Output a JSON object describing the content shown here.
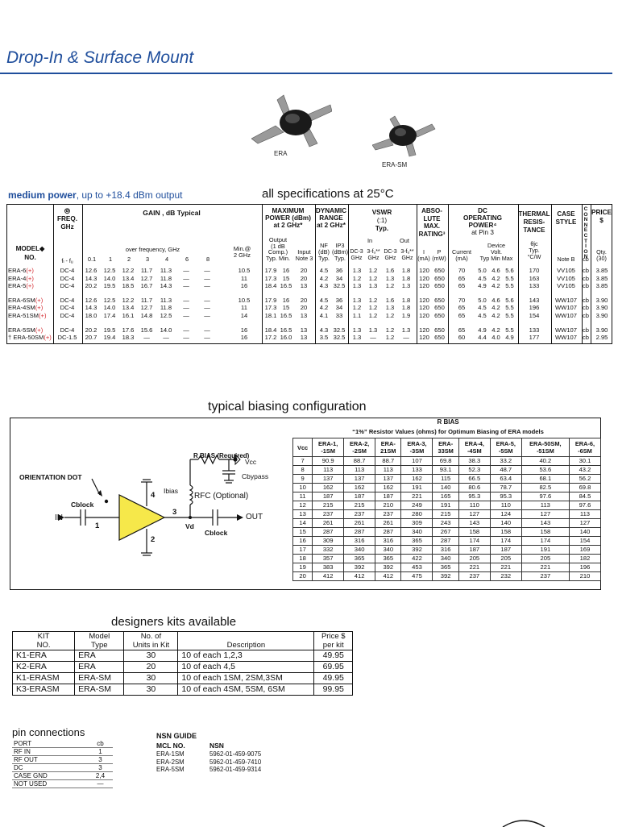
{
  "header": {
    "title": "Drop-In & Surface Mount"
  },
  "images": {
    "era_caption": "ERA",
    "era_sm_caption": "ERA-SM"
  },
  "medium_power": {
    "bold": "medium power",
    "rest": ", up to +18.4 dBm output"
  },
  "specs_title": "all specifications at 25°C",
  "spec_headers": {
    "freq": [
      "FREQ.",
      "GHz"
    ],
    "gain": "GAIN , dB Typical",
    "over_freq": "over frequency, GHz",
    "gain_cols": [
      "0.1",
      "1",
      "2",
      "3",
      "4",
      "6",
      "8"
    ],
    "min_at": [
      "Min.@",
      "2 GHz"
    ],
    "maxpower": [
      "MAXIMUM",
      "POWER (dBm)",
      "at 2 GHz*"
    ],
    "output": [
      "Output",
      "(1 dB",
      "Comp.)",
      "Typ.",
      "Min."
    ],
    "input": [
      "Input",
      "Note 3"
    ],
    "dynrange": [
      "DYNAMIC",
      "RANGE",
      "at 2 GHz*"
    ],
    "nf": [
      "NF",
      "(dB)",
      "Typ."
    ],
    "ip3": [
      "IP3",
      "(dBm)",
      "Typ."
    ],
    "vswr": [
      "VSWR",
      "(:1)",
      "Typ."
    ],
    "vswr_in": "In",
    "vswr_out": "Out",
    "vswr_cols": [
      [
        "DC-3",
        "GHz"
      ],
      [
        "3-fᵤ**",
        "GHz"
      ],
      [
        "DC-3",
        "GHz"
      ],
      [
        "3-fᵤ**",
        "GHz"
      ]
    ],
    "absmax": [
      "ABSO-",
      "LUTE",
      "MAX.",
      "RATING³"
    ],
    "absmax_cols": [
      [
        "I",
        "(mA)"
      ],
      [
        "P",
        "(mW)"
      ]
    ],
    "dcop": [
      "DC",
      "OPERATING",
      "POWER⁴",
      "at Pin 3"
    ],
    "current": [
      "Current",
      "(mA)"
    ],
    "devvolt": [
      "Device",
      "Volt.",
      "Typ  Min  Max"
    ],
    "thermal": [
      "THERMAL",
      "RESIS-",
      "TANCE"
    ],
    "theta": [
      "θjc",
      "Typ.",
      "°C/W"
    ],
    "case": [
      "CASE",
      "STYLE"
    ],
    "noteb": "Note B",
    "conn": "CONNECTION",
    "cb": "cb",
    "price": [
      "PRICE",
      "$"
    ],
    "qty": [
      "Qty.",
      "(30)"
    ],
    "model": [
      "MODEL◆",
      "NO."
    ],
    "fl_fu": "fₗ - fᵤ"
  },
  "spec_rows": [
    {
      "model": "ERA-6",
      "plus": "(+)",
      "freq": "DC-4",
      "gain": [
        "12.6",
        "12.5",
        "12.2",
        "11.7",
        "11.3",
        "—",
        "—"
      ],
      "min": "10.5",
      "out_typ": "17.9",
      "out_min": "16",
      "input": "20",
      "nf": "4.5",
      "ip3": "36",
      "v1": "1.3",
      "v2": "1.2",
      "v3": "1.6",
      "v4": "1.8",
      "i": "120",
      "p": "650",
      "cur": "70",
      "vt": "5.0",
      "vmin": "4.6",
      "vmax": "5.6",
      "th": "170",
      "case": "VV105",
      "cb": "cb",
      "price": "3.85",
      "gap": false
    },
    {
      "model": "ERA-4",
      "plus": "(+)",
      "freq": "DC-4",
      "gain": [
        "14.3",
        "14.0",
        "13.4",
        "12.7",
        "11.8",
        "—",
        "—"
      ],
      "min": "11",
      "out_typ": "17.3",
      "out_min": "15",
      "input": "20",
      "nf": "4.2",
      "ip3": "34",
      "v1": "1.2",
      "v2": "1.2",
      "v3": "1.3",
      "v4": "1.8",
      "i": "120",
      "p": "650",
      "cur": "65",
      "vt": "4.5",
      "vmin": "4.2",
      "vmax": "5.5",
      "th": "163",
      "case": "VV105",
      "cb": "cb",
      "price": "3.85",
      "gap": false
    },
    {
      "model": "ERA-5",
      "plus": "(+)",
      "freq": "DC-4",
      "gain": [
        "20.2",
        "19.5",
        "18.5",
        "16.7",
        "14.3",
        "—",
        "—"
      ],
      "min": "16",
      "out_typ": "18.4",
      "out_min": "16.5",
      "input": "13",
      "nf": "4.3",
      "ip3": "32.5",
      "v1": "1.3",
      "v2": "1.3",
      "v3": "1.2",
      "v4": "1.3",
      "i": "120",
      "p": "650",
      "cur": "65",
      "vt": "4.9",
      "vmin": "4.2",
      "vmax": "5.5",
      "th": "133",
      "case": "VV105",
      "cb": "cb",
      "price": "3.85",
      "gap": false
    },
    {
      "model": "ERA-6SM",
      "plus": "(+)",
      "freq": "DC-4",
      "gain": [
        "12.6",
        "12.5",
        "12.2",
        "11.7",
        "11.3",
        "—",
        "—"
      ],
      "min": "10.5",
      "out_typ": "17.9",
      "out_min": "16",
      "input": "20",
      "nf": "4.5",
      "ip3": "36",
      "v1": "1.3",
      "v2": "1.2",
      "v3": "1.6",
      "v4": "1.8",
      "i": "120",
      "p": "650",
      "cur": "70",
      "vt": "5.0",
      "vmin": "4.6",
      "vmax": "5.6",
      "th": "143",
      "case": "WW107",
      "cb": "cb",
      "price": "3.90",
      "gap": true
    },
    {
      "model": "ERA-4SM",
      "plus": "(+)",
      "freq": "DC-4",
      "gain": [
        "14.3",
        "14.0",
        "13.4",
        "12.7",
        "11.8",
        "—",
        "—"
      ],
      "min": "11",
      "out_typ": "17.3",
      "out_min": "15",
      "input": "20",
      "nf": "4.2",
      "ip3": "34",
      "v1": "1.2",
      "v2": "1.2",
      "v3": "1.3",
      "v4": "1.8",
      "i": "120",
      "p": "650",
      "cur": "65",
      "vt": "4.5",
      "vmin": "4.2",
      "vmax": "5.5",
      "th": "196",
      "case": "WW107",
      "cb": "cb",
      "price": "3.90",
      "gap": false
    },
    {
      "model": "ERA-51SM",
      "plus": "(+)",
      "freq": "DC-4",
      "gain": [
        "18.0",
        "17.4",
        "16.1",
        "14.8",
        "12.5",
        "—",
        "—"
      ],
      "min": "14",
      "out_typ": "18.1",
      "out_min": "16.5",
      "input": "13",
      "nf": "4.1",
      "ip3": "33",
      "v1": "1.1",
      "v2": "1.2",
      "v3": "1.2",
      "v4": "1.9",
      "i": "120",
      "p": "650",
      "cur": "65",
      "vt": "4.5",
      "vmin": "4.2",
      "vmax": "5.5",
      "th": "154",
      "case": "WW107",
      "cb": "cb",
      "price": "3.90",
      "gap": false
    },
    {
      "model": "ERA-5SM",
      "plus": "(+)",
      "freq": "DC-4",
      "gain": [
        "20.2",
        "19.5",
        "17.6",
        "15.6",
        "14.0",
        "—",
        "—"
      ],
      "min": "16",
      "out_typ": "18.4",
      "out_min": "16.5",
      "input": "13",
      "nf": "4.3",
      "ip3": "32.5",
      "v1": "1.3",
      "v2": "1.3",
      "v3": "1.2",
      "v4": "1.3",
      "i": "120",
      "p": "650",
      "cur": "65",
      "vt": "4.9",
      "vmin": "4.2",
      "vmax": "5.5",
      "th": "133",
      "case": "WW107",
      "cb": "cb",
      "price": "3.90",
      "gap": true
    },
    {
      "model": "† ERA-50SM",
      "plus": "(+)",
      "freq": "DC-1.5",
      "gain": [
        "20.7",
        "19.4",
        "18.3",
        "—",
        "—",
        "—",
        "—"
      ],
      "min": "16",
      "out_typ": "17.2",
      "out_min": "16.0",
      "input": "13",
      "nf": "3.5",
      "ip3": "32.5",
      "v1": "1.3",
      "v2": "—",
      "v3": "1.2",
      "v4": "—",
      "i": "120",
      "p": "650",
      "cur": "60",
      "vt": "4.4",
      "vmin": "4.0",
      "vmax": "4.9",
      "th": "177",
      "case": "WW107",
      "cb": "cb",
      "price": "2.95",
      "gap": false
    }
  ],
  "biasing": {
    "title": "typical biasing configuration",
    "labels": {
      "rbias": "R BIAS (Required)",
      "vcc": "Vcc",
      "cbypass": "Cbypass",
      "orientation": "ORIENTATION DOT",
      "ibias": "Ibias",
      "rfc": "RFC (Optional)",
      "cblock_in": "Cblock",
      "in": "IN",
      "out": "OUT",
      "vd": "Vd",
      "cblock_out": "Cblock",
      "pin1": "1",
      "pin2": "2",
      "pin3": "3",
      "pin4": "4"
    },
    "rbias_title": "R BIAS",
    "rbias_sub": "“1%” Resistor Values (ohms) for Optimum Biasing of ERA models",
    "rbias_headers": [
      [
        "Vcc"
      ],
      [
        "ERA-1,",
        "-1SM"
      ],
      [
        "ERA-2,",
        "-2SM"
      ],
      [
        "ERA-",
        "21SM"
      ],
      [
        "ERA-3,",
        "-3SM"
      ],
      [
        "ERA-",
        "33SM"
      ],
      [
        "ERA-4,",
        "-4SM"
      ],
      [
        "ERA-5,",
        "-5SM"
      ],
      [
        "ERA-50SM,",
        "-51SM"
      ],
      [
        "ERA-6,",
        "-6SM"
      ]
    ],
    "rbias_rows": [
      [
        "7",
        "90.9",
        "88.7",
        "88.7",
        "107",
        "69.8",
        "38.3",
        "33.2",
        "40.2",
        "30.1"
      ],
      [
        "8",
        "113",
        "113",
        "113",
        "133",
        "93.1",
        "52.3",
        "48.7",
        "53.6",
        "43.2"
      ],
      [
        "9",
        "137",
        "137",
        "137",
        "162",
        "115",
        "66.5",
        "63.4",
        "68.1",
        "56.2"
      ],
      [
        "10",
        "162",
        "162",
        "162",
        "191",
        "140",
        "80.6",
        "78.7",
        "82.5",
        "69.8"
      ],
      [
        "11",
        "187",
        "187",
        "187",
        "221",
        "165",
        "95.3",
        "95.3",
        "97.6",
        "84.5"
      ],
      [
        "12",
        "215",
        "215",
        "210",
        "249",
        "191",
        "110",
        "110",
        "113",
        "97.6"
      ],
      [
        "13",
        "237",
        "237",
        "237",
        "280",
        "215",
        "127",
        "124",
        "127",
        "113"
      ],
      [
        "14",
        "261",
        "261",
        "261",
        "309",
        "243",
        "143",
        "140",
        "143",
        "127"
      ],
      [
        "15",
        "287",
        "287",
        "287",
        "340",
        "267",
        "158",
        "158",
        "158",
        "140"
      ],
      [
        "16",
        "309",
        "316",
        "316",
        "365",
        "287",
        "174",
        "174",
        "174",
        "154"
      ],
      [
        "17",
        "332",
        "340",
        "340",
        "392",
        "316",
        "187",
        "187",
        "191",
        "169"
      ],
      [
        "18",
        "357",
        "365",
        "365",
        "422",
        "340",
        "205",
        "205",
        "205",
        "182"
      ],
      [
        "19",
        "383",
        "392",
        "392",
        "453",
        "365",
        "221",
        "221",
        "221",
        "196"
      ],
      [
        "20",
        "412",
        "412",
        "412",
        "475",
        "392",
        "237",
        "232",
        "237",
        "210"
      ]
    ]
  },
  "kits": {
    "title": "designers kits available",
    "headers": [
      [
        "KIT",
        "NO."
      ],
      [
        "Model",
        "Type"
      ],
      [
        "No. of",
        "Units in Kit"
      ],
      [
        "Description"
      ],
      [
        "Price $",
        "per kit"
      ]
    ],
    "rows": [
      [
        "K1-ERA",
        "ERA",
        "30",
        "10 of each 1,2,3",
        "49.95"
      ],
      [
        "K2-ERA",
        "ERA",
        "20",
        "10 of each 4,5",
        "69.95"
      ],
      [
        "K1-ERASM",
        "ERA-SM",
        "30",
        "10 of each 1SM, 2SM,3SM",
        "49.95"
      ],
      [
        "K3-ERASM",
        "ERA-SM",
        "30",
        "10 of each 4SM, 5SM, 6SM",
        "99.95"
      ]
    ]
  },
  "pins": {
    "title": "pin connections",
    "headers": [
      "PORT",
      "cb"
    ],
    "rows": [
      [
        "RF IN",
        "1"
      ],
      [
        "RF OUT",
        "3"
      ],
      [
        "DC",
        "3"
      ],
      [
        "CASE GND",
        "2,4"
      ],
      [
        "NOT USED",
        "—"
      ]
    ]
  },
  "nsn": {
    "title": "NSN GUIDE",
    "headers": [
      "MCL NO.",
      "NSN"
    ],
    "rows": [
      [
        "ERA-1SM",
        "5962-01-459-9075"
      ],
      [
        "ERA-2SM",
        "5962-01-459-7410"
      ],
      [
        "ERA-5SM",
        "5962-01-459-9314"
      ]
    ]
  },
  "colors": {
    "brand_blue": "#1f4e9c",
    "plus_red": "#d3232a"
  }
}
